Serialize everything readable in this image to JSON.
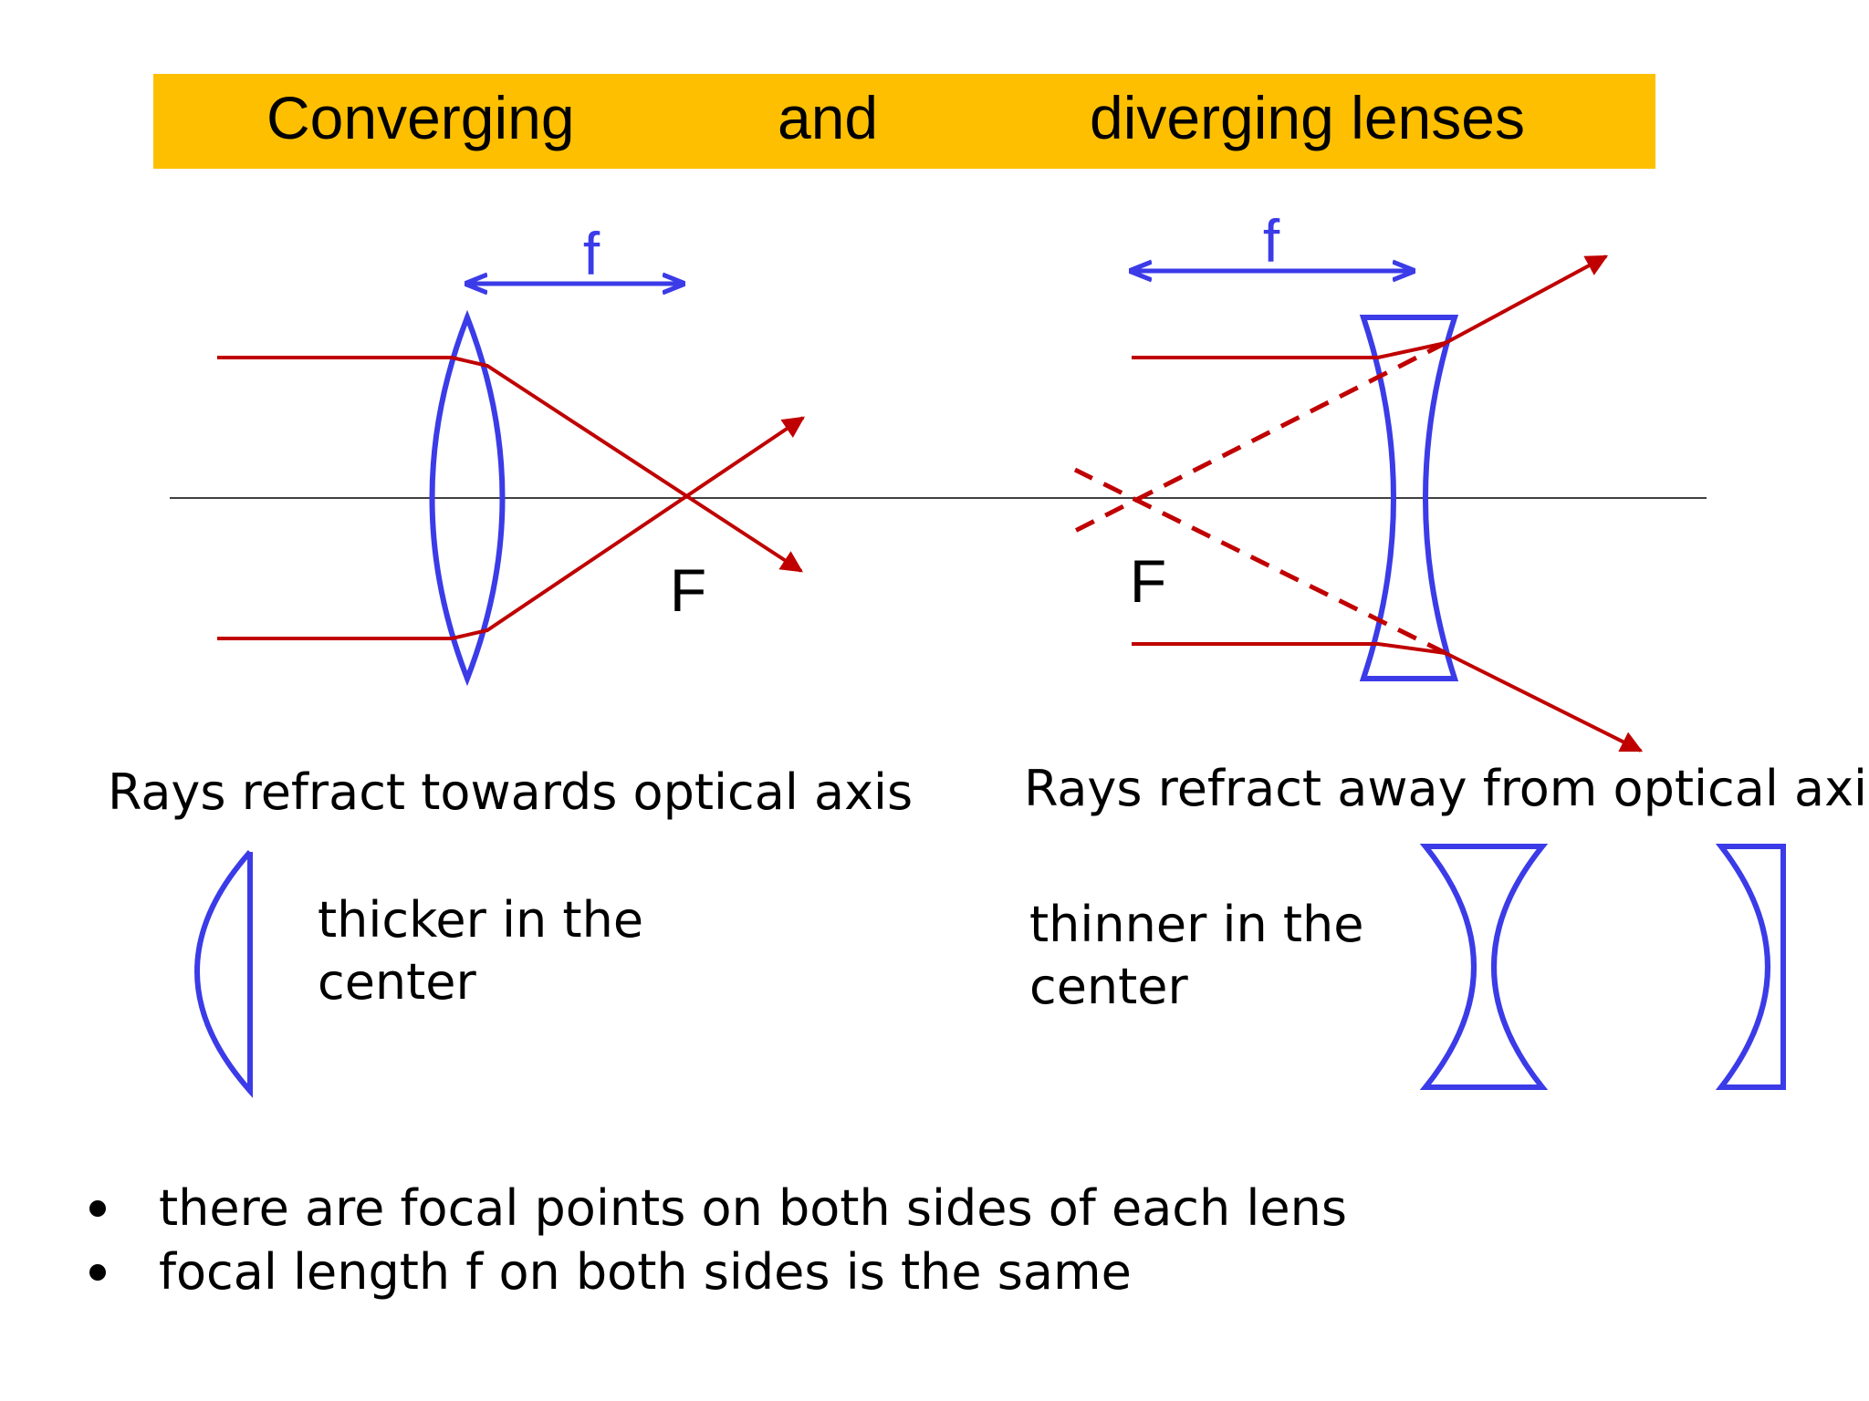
{
  "title": {
    "word1": "Converging",
    "word2": "and",
    "word3": "diverging lenses",
    "background": "#FDBF00"
  },
  "converging": {
    "focal_length_label": "f",
    "focal_point_label": "F",
    "caption": "Rays refract towards optical axis",
    "description_line1": "thicker in the",
    "description_line2": "center"
  },
  "diverging": {
    "focal_length_label": "f",
    "focal_point_label": "F",
    "caption": "Rays refract away from optical axis",
    "description_line1": "thinner in the",
    "description_line2": "center"
  },
  "bullets": [
    "there are focal points on both sides of each lens",
    "focal length f on both sides is the same"
  ],
  "colors": {
    "lens": "#3B3BE8",
    "ray": "#C00000",
    "axis": "#000000"
  }
}
